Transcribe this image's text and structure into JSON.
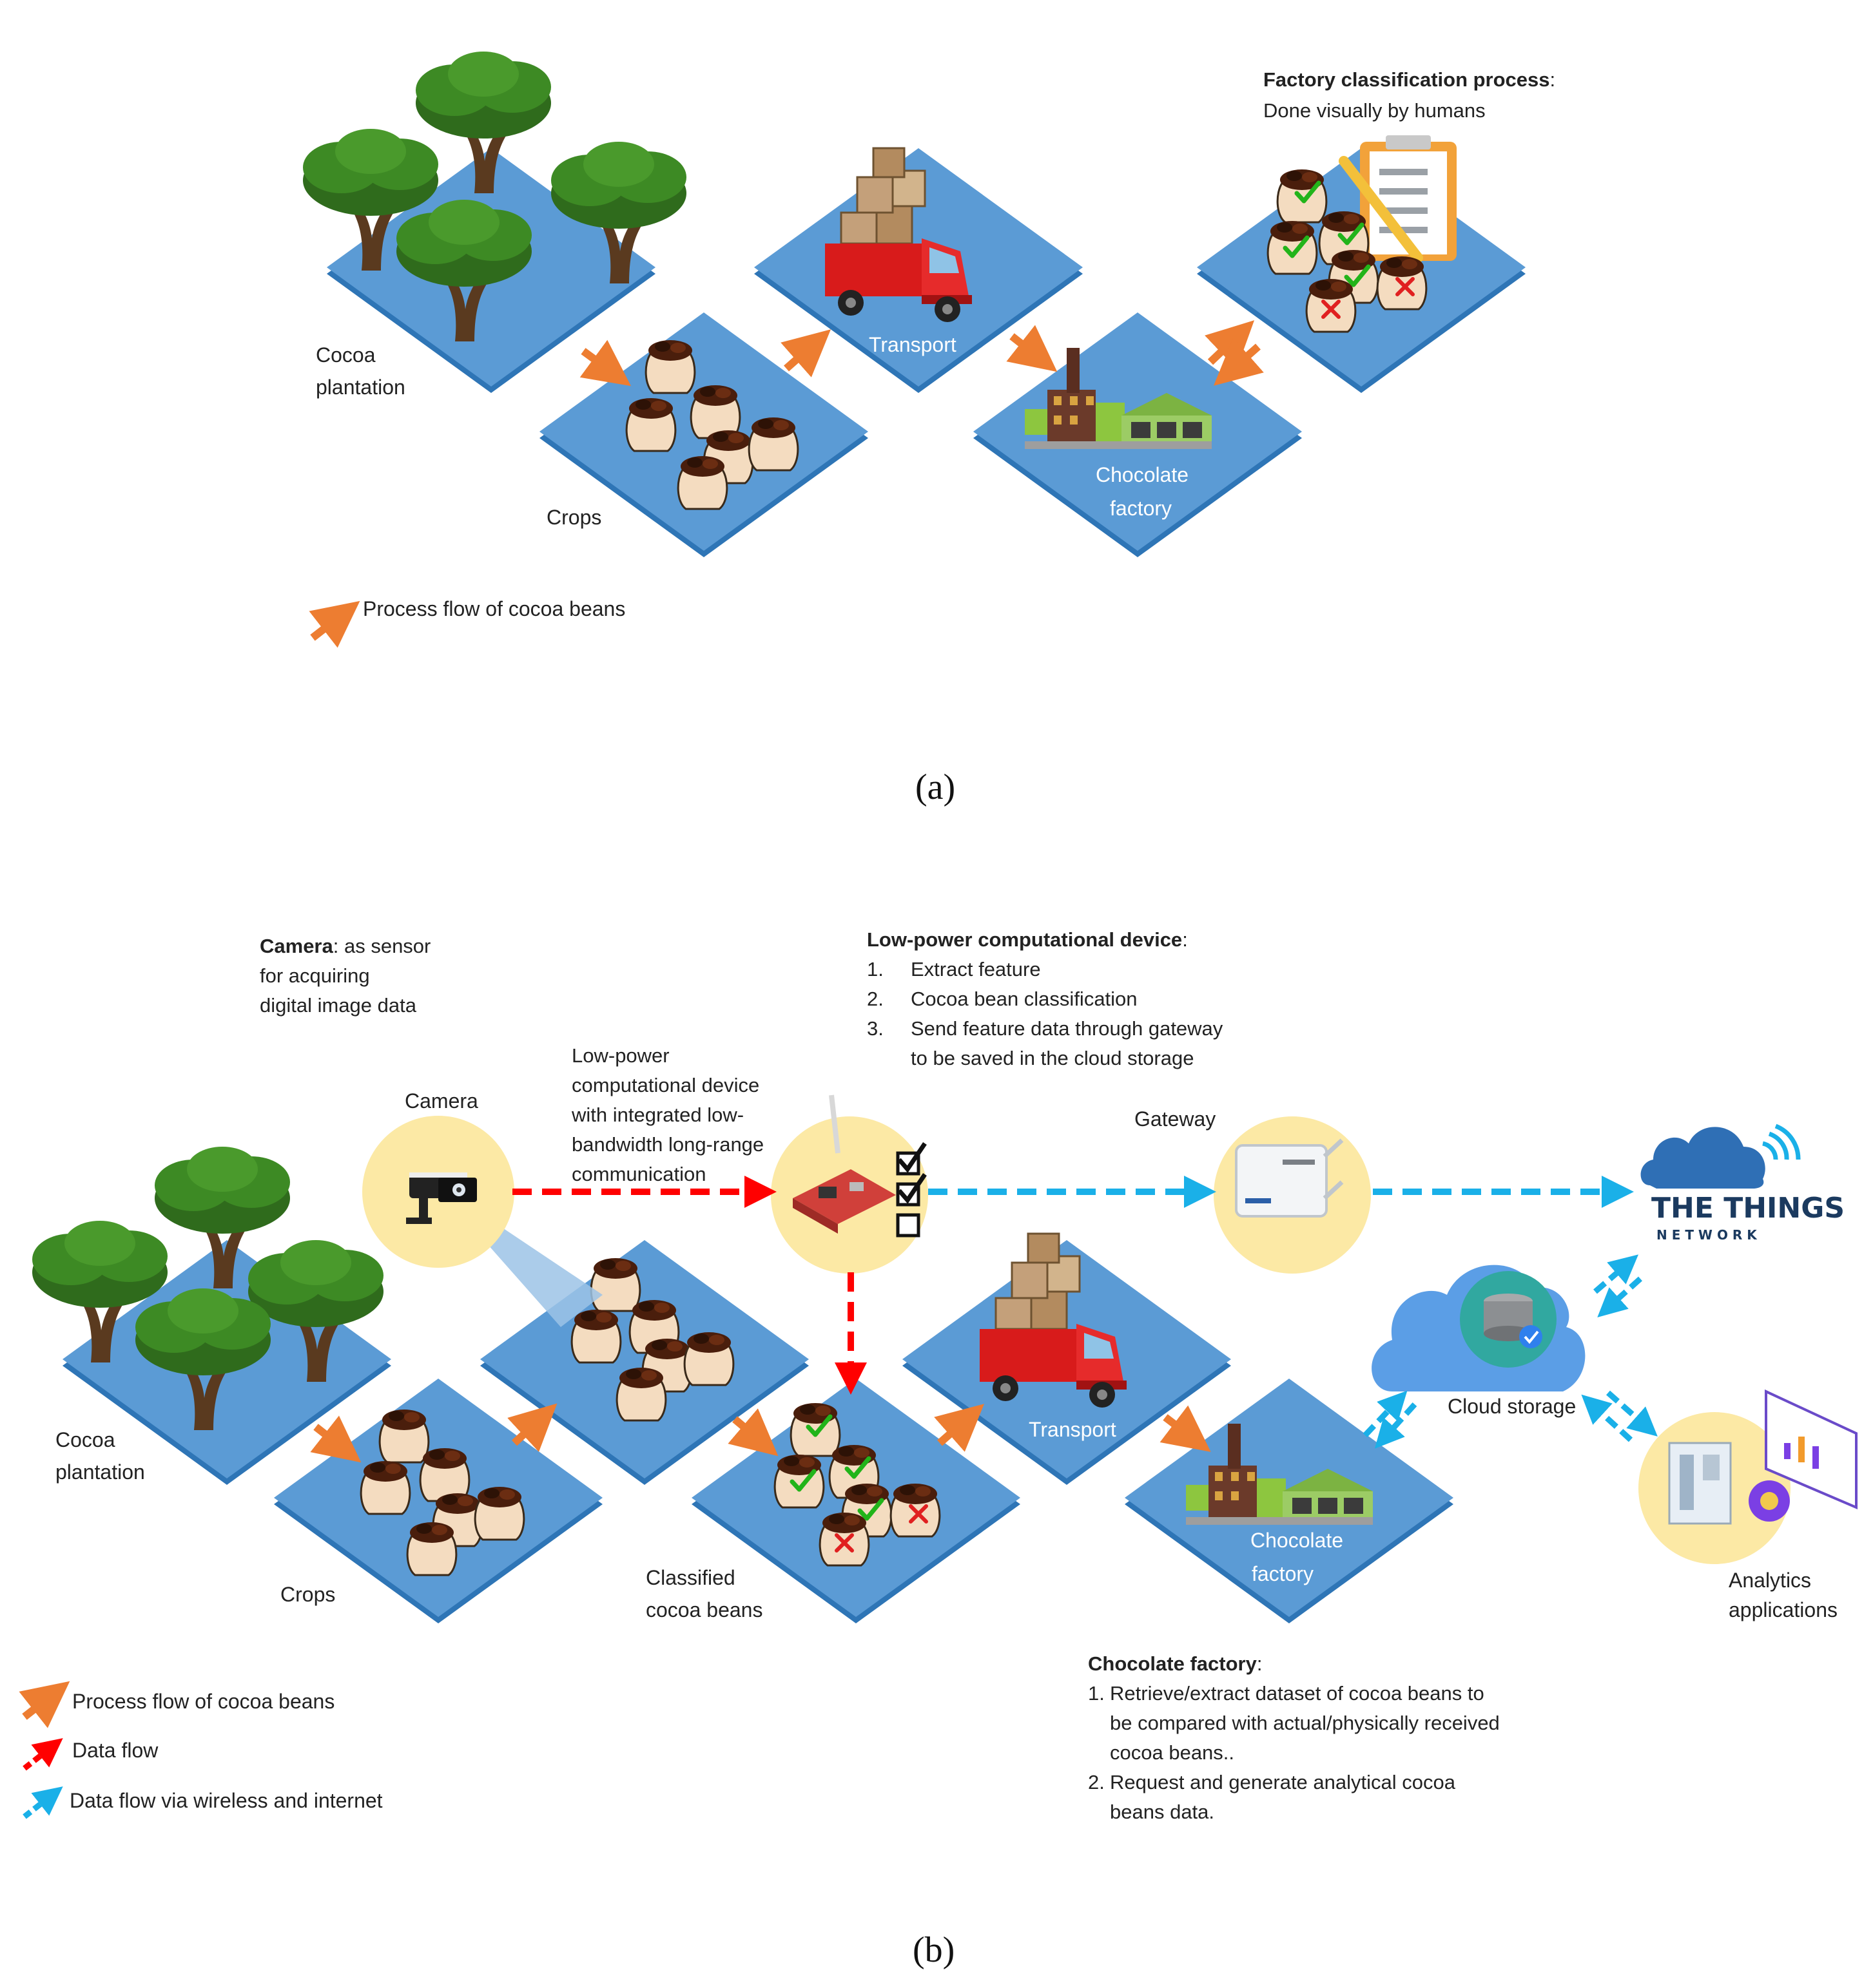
{
  "panel_a": {
    "caption": "(a)",
    "factory_note_title": "Factory classification process",
    "factory_note_colon": ":",
    "factory_note_body": "Done visually by humans",
    "plantation_line1": "Cocoa",
    "plantation_line2": "plantation",
    "crops": "Crops",
    "transport": "Transport",
    "factory_line1": "Chocolate",
    "factory_line2": "factory",
    "legend_process": "Process flow of cocoa beans"
  },
  "panel_b": {
    "caption": "(b)",
    "camera_note_title": "Camera",
    "camera_note_rest": ": as sensor",
    "camera_note_line2": "for acquiring",
    "camera_note_line3": "digital image data",
    "camera_label": "Camera",
    "device_note_title": "Low-power computational device",
    "device_note_colon": ":",
    "device_steps": [
      {
        "num": "1.",
        "text": "Extract feature"
      },
      {
        "num": "2.",
        "text": "Cocoa bean classification"
      },
      {
        "num": "3.",
        "text": "Send feature data through gateway"
      }
    ],
    "device_step3_cont": "to be saved in the cloud storage",
    "device_desc": [
      "Low-power",
      "computational device",
      "with integrated low-",
      "bandwidth long-range",
      "communication"
    ],
    "gateway": "Gateway",
    "ttn_line1": "THE THINGS",
    "ttn_line2": "N E T W O R K",
    "cloud_storage": "Cloud storage",
    "analytics_line1": "Analytics",
    "analytics_line2": "applications",
    "plantation_line1": "Cocoa",
    "plantation_line2": "plantation",
    "crops": "Crops",
    "classified_line1": "Classified",
    "classified_line2": "cocoa beans",
    "transport": "Transport",
    "factory_line1": "Chocolate",
    "factory_line2": "factory",
    "factory_note_title": "Chocolate factory",
    "factory_note_colon": ":",
    "factory_steps": [
      {
        "num": "1.",
        "lines": [
          "Retrieve/extract dataset of cocoa beans to",
          "be compared with actual/physically received",
          "cocoa beans.."
        ]
      },
      {
        "num": "2.",
        "lines": [
          "Request and generate analytical cocoa",
          "beans data."
        ]
      }
    ],
    "legend": {
      "process": "Process flow of cocoa beans",
      "data": "Data flow",
      "wireless": "Data flow via wireless and internet"
    }
  },
  "colors": {
    "tile_top": "#5b9bd5",
    "tile_side": "#2e75b6",
    "process_arrow": "#ed7d31",
    "data_arrow": "#ff0000",
    "wireless_arrow": "#1ab0e8",
    "node_circle": "#fce9a5",
    "tree": "#38761d",
    "truck": "#e31b1b",
    "check": "#22b41a",
    "reject": "#e02020"
  }
}
